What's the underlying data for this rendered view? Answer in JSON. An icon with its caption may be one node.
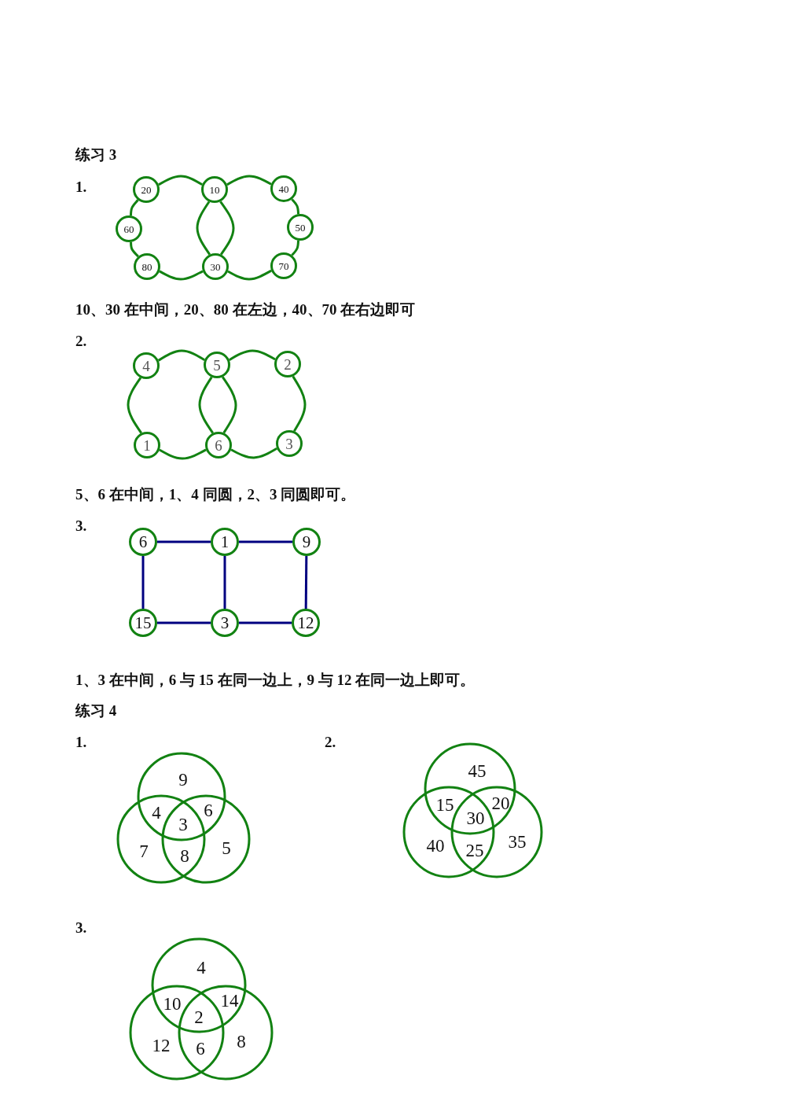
{
  "diagram": {
    "nodes": [
      {
        "text": [
          "20"
        ]
      },
      {
        "text": [
          "10"
        ]
      },
      {
        "text": [
          "40"
        ]
      },
      {
        "text": [
          "60"
        ]
      },
      {
        "text": [
          "50"
        ]
      },
      {
        "text": [
          "80"
        ]
      },
      {
        "text": [
          "30"
        ]
      },
      {
        "text": [
          "70"
        ]
      },
      {
        "text": [
          "4"
        ]
      },
      {
        "text": [
          "5"
        ]
      },
      {
        "text": [
          "2"
        ]
      },
      {
        "text": [
          "1"
        ]
      },
      {
        "text": [
          "6"
        ]
      },
      {
        "text": [
          "3"
        ]
      },
      {
        "text": [
          "6"
        ]
      },
      {
        "text": [
          "1"
        ]
      },
      {
        "text": [
          "9"
        ]
      },
      {
        "text": [
          "15"
        ]
      },
      {
        "text": [
          "3"
        ]
      },
      {
        "text": [
          "12"
        ]
      }
    ],
    "edges": [
      {
        "from": 0,
        "to": 1,
        "arrow": "none"
      },
      {
        "from": 1,
        "to": 2,
        "arrow": "none"
      },
      {
        "from": 2,
        "to": 4,
        "arrow": "none"
      },
      {
        "from": 4,
        "to": 7,
        "arrow": "none"
      },
      {
        "from": 7,
        "to": 6,
        "arrow": "none"
      },
      {
        "from": 6,
        "to": 5,
        "arrow": "none"
      },
      {
        "from": 5,
        "to": 3,
        "arrow": "none"
      },
      {
        "from": 3,
        "to": 0,
        "arrow": "none"
      },
      {
        "from": 1,
        "to": 6,
        "arrow": "none"
      },
      {
        "from": 1,
        "to": 6,
        "arrow": "none"
      },
      {
        "from": 8,
        "to": 9,
        "arrow": "none"
      },
      {
        "from": 9,
        "to": 10,
        "arrow": "none"
      },
      {
        "from": 10,
        "to": 13,
        "arrow": "none"
      },
      {
        "from": 13,
        "to": 12,
        "arrow": "none"
      },
      {
        "from": 12,
        "to": 11,
        "arrow": "none"
      },
      {
        "from": 11,
        "to": 8,
        "arrow": "none"
      },
      {
        "from": 9,
        "to": 12,
        "arrow": "none"
      },
      {
        "from": 9,
        "to": 12,
        "arrow": "none"
      },
      {
        "from": 14,
        "to": 15,
        "arrow": "none",
        "color": "#000080"
      },
      {
        "from": 15,
        "to": 16,
        "arrow": "none",
        "color": "#000080"
      },
      {
        "from": 14,
        "to": 17,
        "arrow": "none",
        "color": "#000080"
      },
      {
        "from": 15,
        "to": 18,
        "arrow": "none",
        "color": "#000080"
      },
      {
        "from": 16,
        "to": 19,
        "arrow": "none",
        "color": "#000080"
      },
      {
        "from": 17,
        "to": 18,
        "arrow": "none",
        "color": "#000080"
      },
      {
        "from": 18,
        "to": 19,
        "arrow": "none",
        "color": "#000080"
      }
    ],
    "labels": [
      "练习 3",
      "1.",
      "10、30 在中间，20、80 在左边，40、70 在右边即可",
      "2.",
      "5、6 在中间，1、4 同圆，2、3 同圆即可。",
      "3.",
      "1、3 在中间，6 与 15 在同一边上，9 与 12 在同一边上即可。",
      "练习 4",
      "1.",
      "2.",
      "9",
      "4",
      "6",
      "3",
      "7",
      "8",
      "5",
      "45",
      "15",
      "20",
      "30",
      "40",
      "25",
      "35",
      "3.",
      "4",
      "10",
      "14",
      "2",
      "12",
      "6",
      "8"
    ]
  }
}
